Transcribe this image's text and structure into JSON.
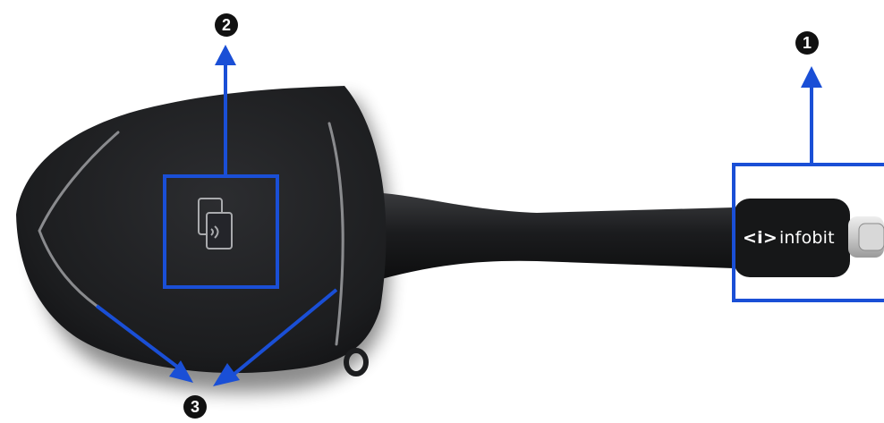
{
  "callouts": [
    {
      "number": "1"
    },
    {
      "number": "2"
    },
    {
      "number": "3"
    }
  ],
  "device": {
    "brand_mark": "<i>",
    "brand_name": "infobit",
    "body_color": "#1e1f21",
    "highlight_color": "#1a4fd6"
  },
  "icons": {
    "touch_pad": "nfc-pairing-icon",
    "connector": "usb-c-connector"
  }
}
